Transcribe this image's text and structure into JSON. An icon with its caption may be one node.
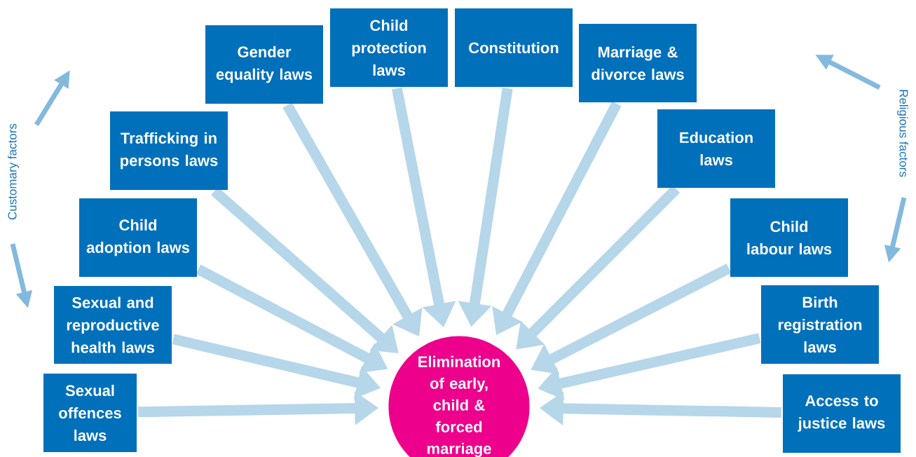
{
  "diagram": {
    "nodes": [
      {
        "text": [
          "Elimination of early, child & forced marriage"
        ]
      },
      {
        "text": [
          "Sexual offences laws"
        ]
      },
      {
        "text": [
          "Sexual and reproductive health laws"
        ]
      },
      {
        "text": [
          "Child adoption laws"
        ]
      },
      {
        "text": [
          "Trafficking in persons laws"
        ]
      },
      {
        "text": [
          "Gender equality laws"
        ]
      },
      {
        "text": [
          "Child protection laws"
        ]
      },
      {
        "text": [
          "Constitution"
        ]
      },
      {
        "text": [
          "Marriage & divorce laws"
        ]
      },
      {
        "text": [
          "Education laws"
        ]
      },
      {
        "text": [
          "Child labour laws"
        ]
      },
      {
        "text": [
          "Birth registration laws"
        ]
      },
      {
        "text": [
          "Access to justice laws"
        ]
      }
    ],
    "edges": [
      {
        "from": 1,
        "to": 0,
        "arrow": "to"
      },
      {
        "from": 2,
        "to": 0,
        "arrow": "to"
      },
      {
        "from": 3,
        "to": 0,
        "arrow": "to"
      },
      {
        "from": 4,
        "to": 0,
        "arrow": "to"
      },
      {
        "from": 5,
        "to": 0,
        "arrow": "to"
      },
      {
        "from": 6,
        "to": 0,
        "arrow": "to"
      },
      {
        "from": 7,
        "to": 0,
        "arrow": "to"
      },
      {
        "from": 8,
        "to": 0,
        "arrow": "to"
      },
      {
        "from": 9,
        "to": 0,
        "arrow": "to"
      },
      {
        "from": 10,
        "to": 0,
        "arrow": "to"
      },
      {
        "from": 11,
        "to": 0,
        "arrow": "to"
      },
      {
        "from": 12,
        "to": 0,
        "arrow": "to"
      }
    ],
    "labels": [
      "Customary factors",
      "Religious factors"
    ]
  }
}
